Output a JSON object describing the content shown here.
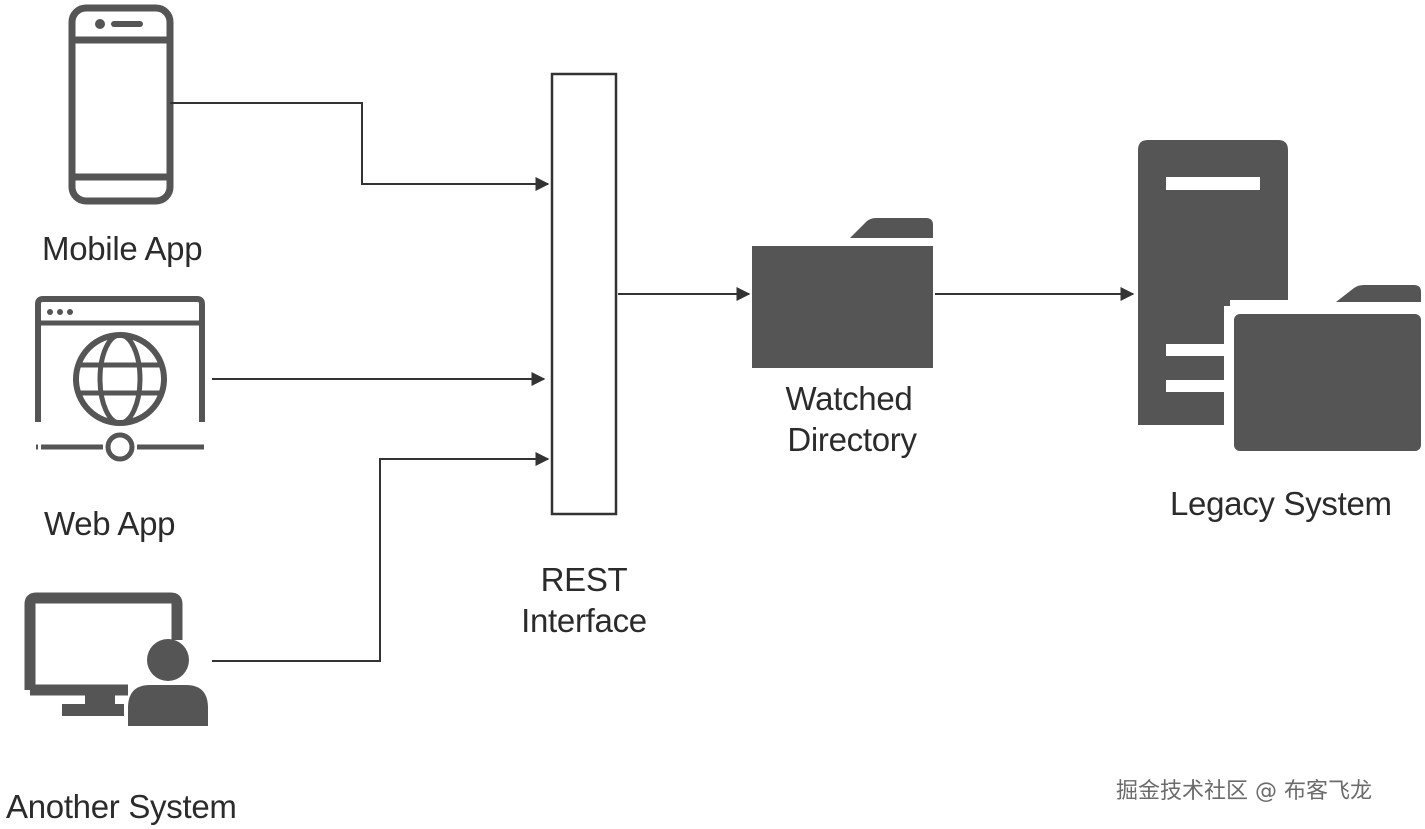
{
  "nodes": {
    "mobile_app": {
      "label": "Mobile App",
      "icon": "smartphone-icon"
    },
    "web_app": {
      "label": "Web App",
      "icon": "browser-globe-icon"
    },
    "another_system": {
      "label": "Another System",
      "icon": "monitor-user-icon"
    },
    "rest_interface": {
      "label_line1": "REST",
      "label_line2": "Interface"
    },
    "watched_directory": {
      "label_line1": "Watched",
      "label_line2": "Directory",
      "icon": "folder-icon"
    },
    "legacy_system": {
      "label": "Legacy System",
      "icon": "server-folder-icon"
    }
  },
  "edges": [
    {
      "from": "Mobile App",
      "to": "REST Interface"
    },
    {
      "from": "Web App",
      "to": "REST Interface"
    },
    {
      "from": "Another System",
      "to": "REST Interface"
    },
    {
      "from": "REST Interface",
      "to": "Watched Directory"
    },
    {
      "from": "Watched Directory",
      "to": "Legacy System"
    }
  ],
  "watermark": "掘金技术社区 @ 布客飞龙",
  "colors": {
    "icon": "#555555",
    "line": "#333333",
    "text": "#2b2b2b",
    "watermark": "#6b6b6b"
  }
}
